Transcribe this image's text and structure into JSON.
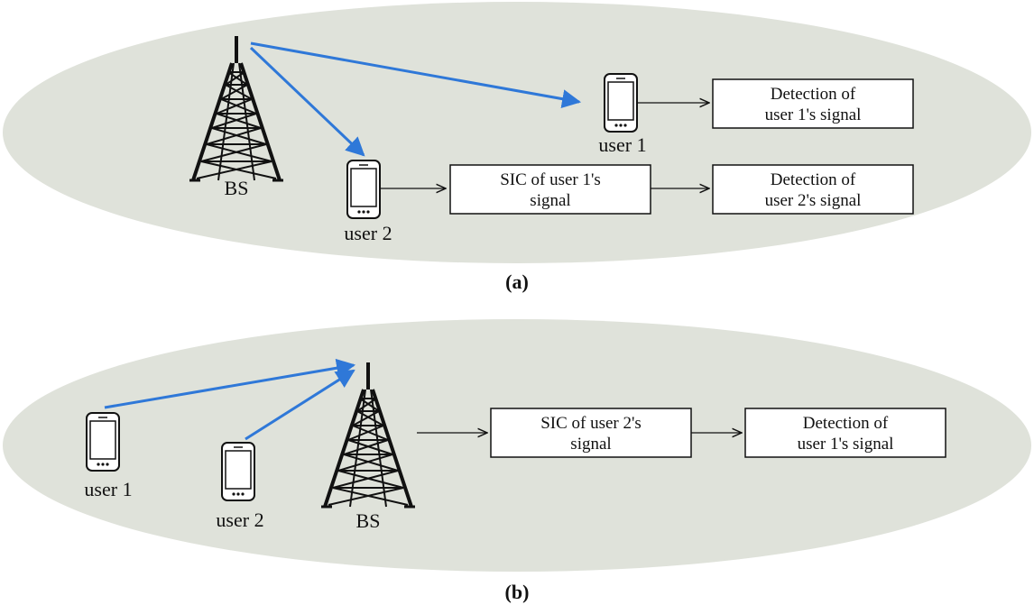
{
  "panel_a": {
    "caption": "(a)",
    "bs_label": "BS",
    "user1_label": "user 1",
    "user2_label": "user 2",
    "box_user1_detect": [
      "Detection of",
      "user 1's signal"
    ],
    "box_sic": [
      "SIC of user 1's",
      "signal"
    ],
    "box_user2_detect": [
      "Detection of",
      "user 2's signal"
    ]
  },
  "panel_b": {
    "caption": "(b)",
    "bs_label": "BS",
    "user1_label": "user 1",
    "user2_label": "user 2",
    "box_sic": [
      "SIC of user 2's",
      "signal"
    ],
    "box_user1_detect": [
      "Detection of",
      "user 1's signal"
    ]
  },
  "colors": {
    "ellipse_fill": "#dfe2da",
    "signal_arrow": "#2f78d8",
    "ink": "#111111"
  }
}
